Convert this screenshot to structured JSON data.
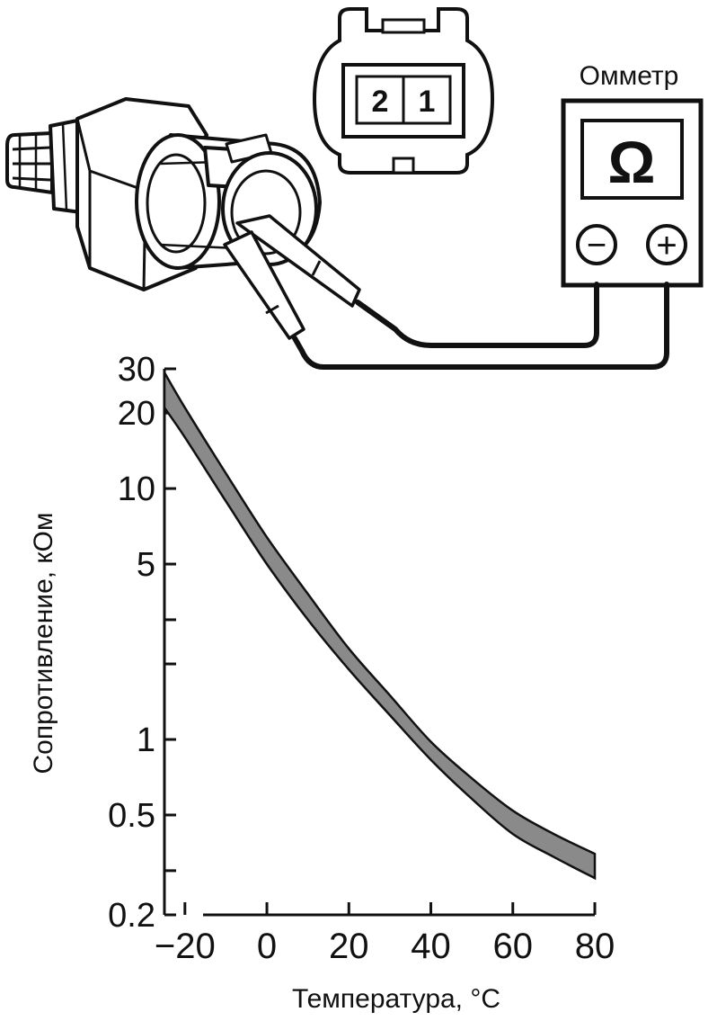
{
  "connector": {
    "pins": [
      "2",
      "1"
    ]
  },
  "ohmmeter": {
    "label": "Омметр",
    "symbol": "Ω",
    "minus": "−",
    "plus": "+"
  },
  "chart_data": {
    "type": "area",
    "xlabel": "Температура, °C",
    "ylabel": "Сопротивление, кОм",
    "xlim": [
      -25,
      80
    ],
    "ylim": [
      0.2,
      30
    ],
    "yscale": "log",
    "x_ticks": [
      "−20",
      "0",
      "20",
      "40",
      "60",
      "80"
    ],
    "x_tick_values": [
      -20,
      0,
      20,
      40,
      60,
      80
    ],
    "y_ticks": [
      "30",
      "20",
      "10",
      "5",
      "1",
      "0.5",
      "0.2"
    ],
    "y_tick_values": [
      30,
      20,
      10,
      5,
      1,
      0.5,
      0.2
    ],
    "y_minor_ticks": [
      3,
      2,
      0.3
    ],
    "grid": false,
    "band": {
      "x": [
        -25,
        -20,
        -10,
        0,
        10,
        20,
        30,
        40,
        50,
        60,
        70,
        80
      ],
      "upper": [
        29,
        21,
        11.5,
        6.4,
        3.8,
        2.3,
        1.5,
        0.98,
        0.7,
        0.52,
        0.42,
        0.35
      ],
      "lower": [
        21,
        16,
        8.9,
        5.0,
        3.0,
        1.9,
        1.25,
        0.83,
        0.58,
        0.42,
        0.34,
        0.28
      ]
    }
  }
}
